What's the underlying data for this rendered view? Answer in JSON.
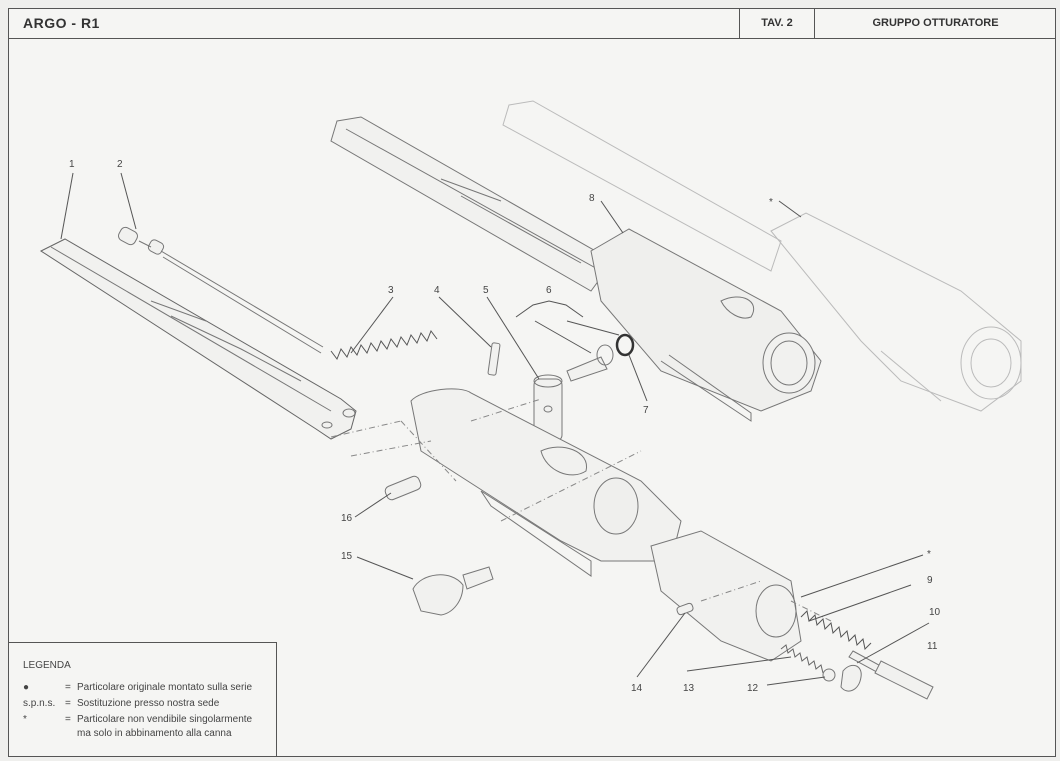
{
  "header": {
    "model": "ARGO - R1",
    "plate": "TAV. 2",
    "group": "GRUPPO OTTURATORE"
  },
  "callouts": [
    "1",
    "2",
    "3",
    "4",
    "5",
    "6",
    "7",
    "8",
    "9",
    "10",
    "11",
    "12",
    "13",
    "14",
    "15",
    "16"
  ],
  "asterisk_marks": [
    "*",
    "*"
  ],
  "legend": {
    "title": "LEGENDA",
    "rows": [
      {
        "symbol": "●",
        "eq": "=",
        "text": "Particolare originale montato sulla serie"
      },
      {
        "symbol": "s.p.n.s.",
        "eq": "=",
        "text": "Sostituzione presso nostra sede"
      },
      {
        "symbol": "*",
        "eq": "=",
        "text": "Particolare non vendibile singolarmente"
      }
    ],
    "continuation": "ma solo in abbinamento alla canna"
  }
}
